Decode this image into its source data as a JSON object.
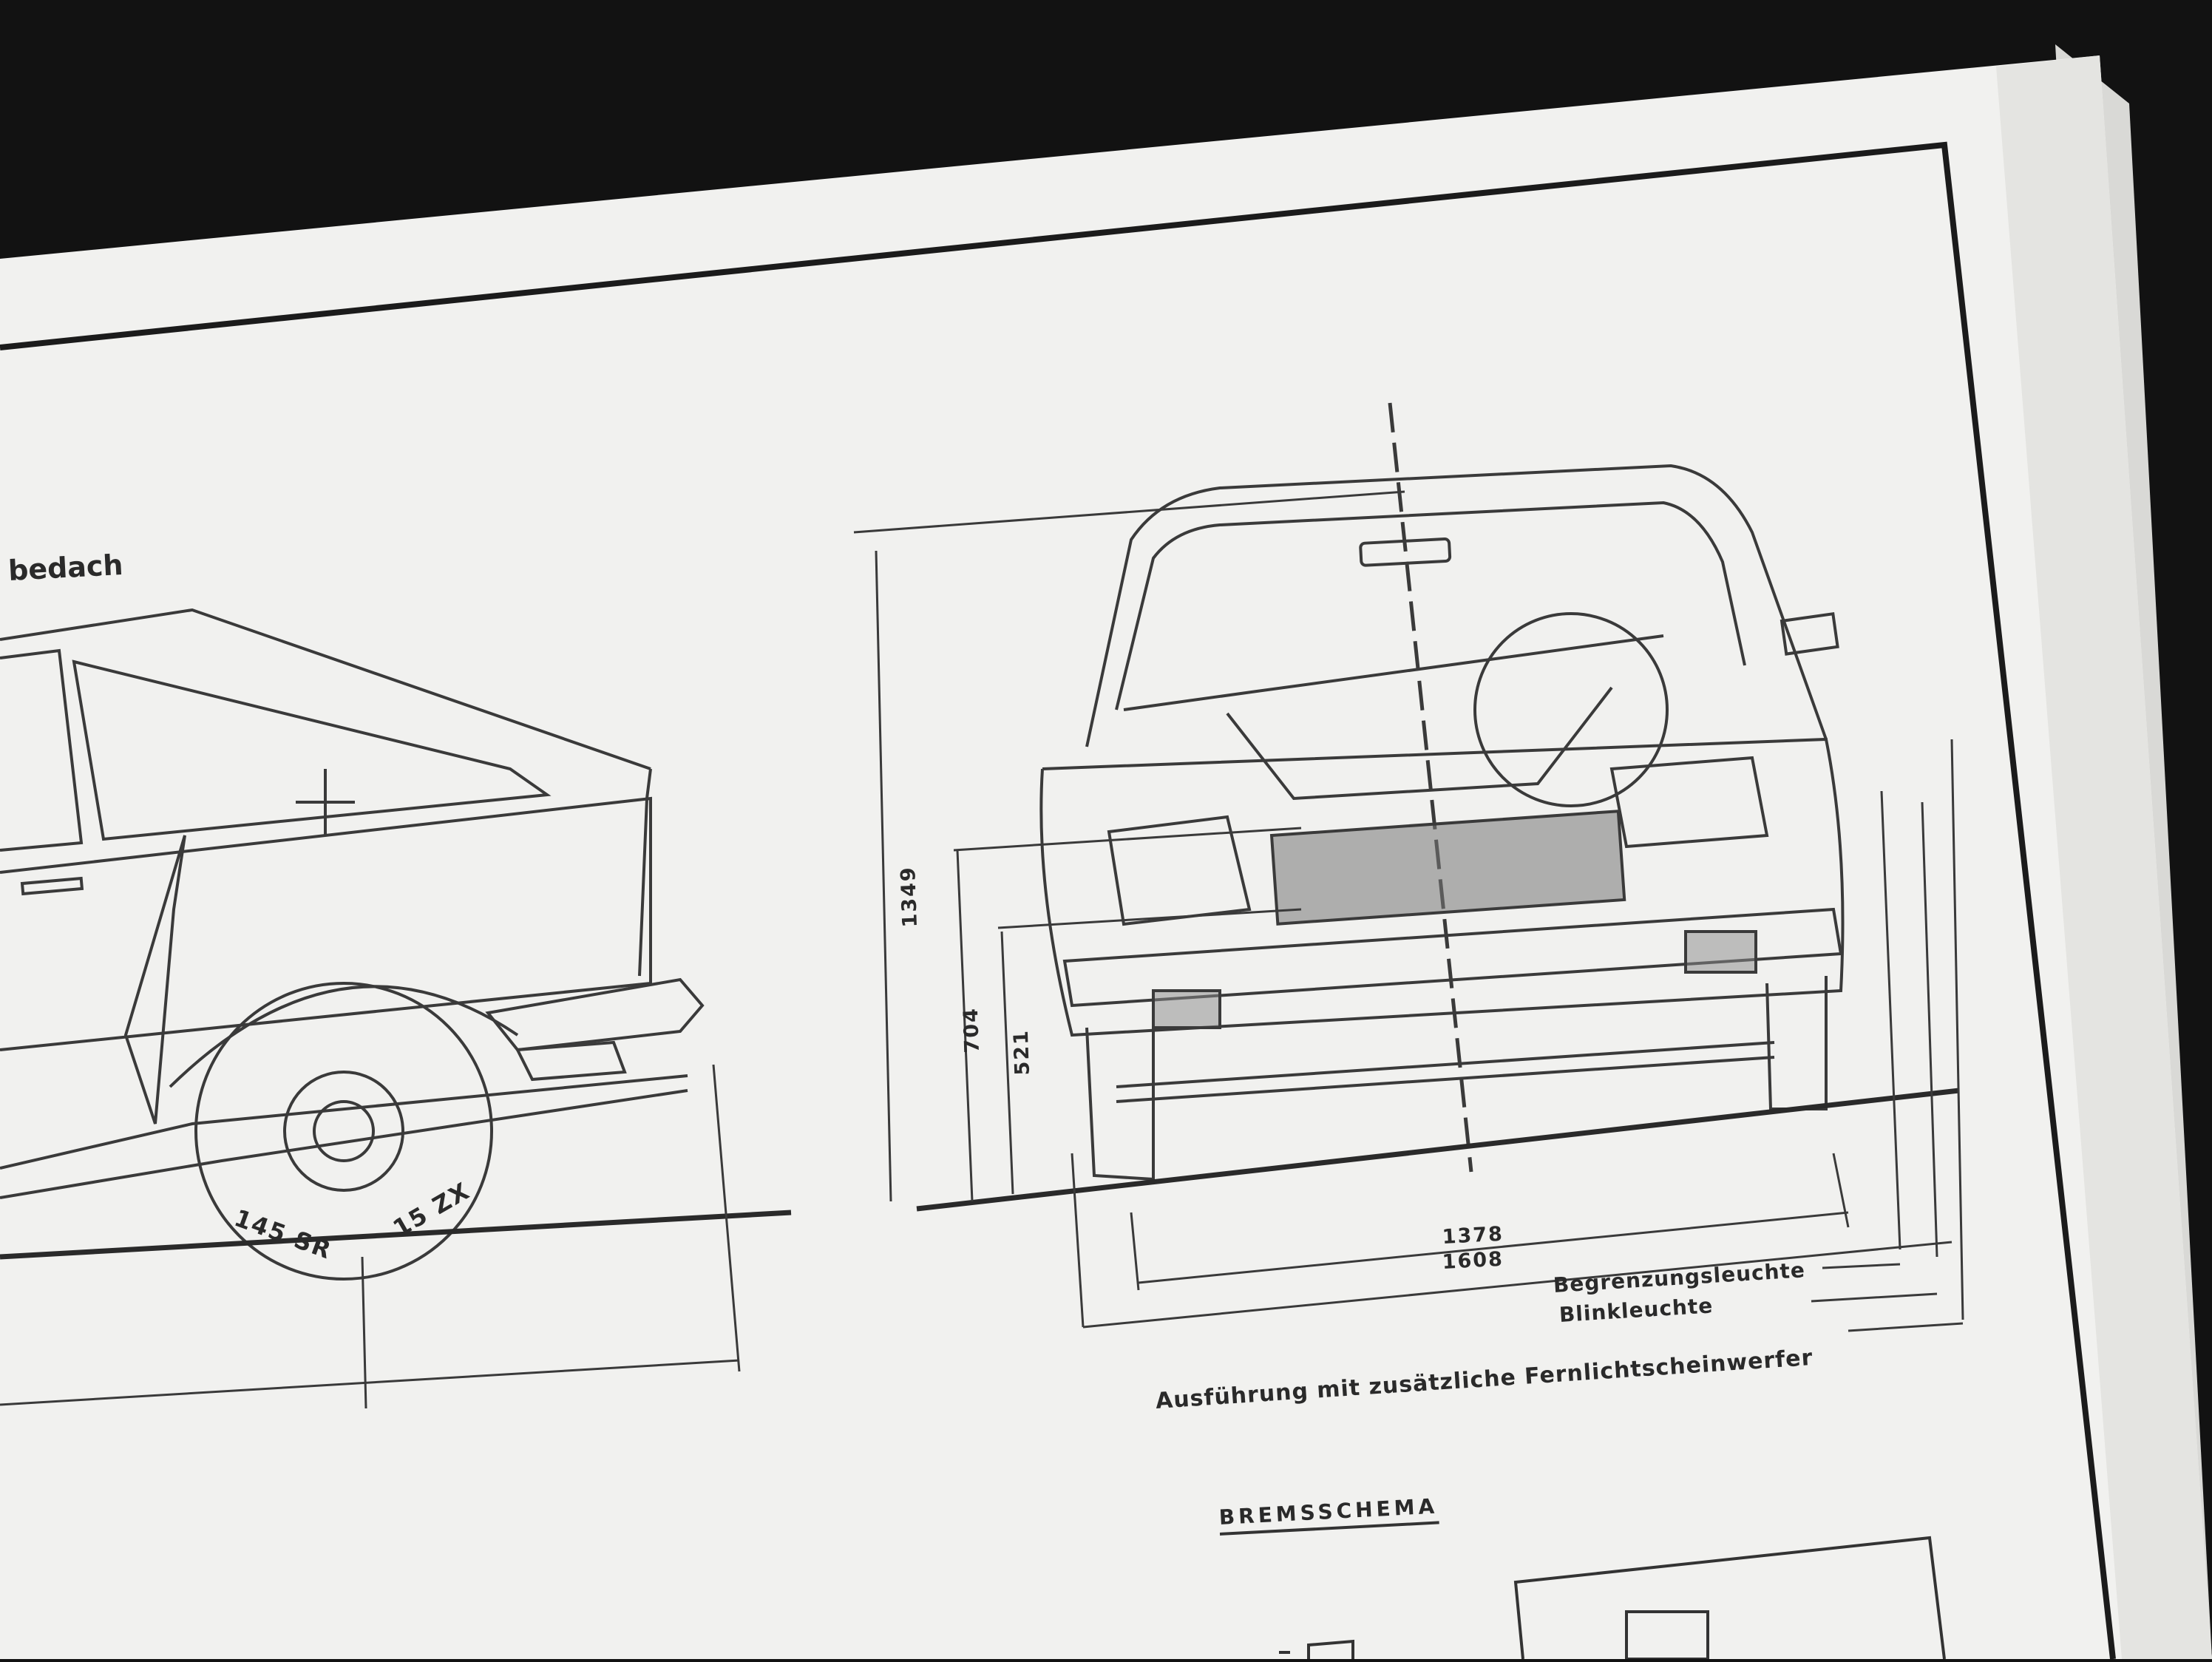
{
  "photo": {
    "background_color": "#121212",
    "paper_color": "#f1f1ef",
    "ink_color": "#2a2a2a"
  },
  "drawing": {
    "side_view_title_fragment": "bedach",
    "front_view": {
      "height_total": "1349",
      "height_704": "704",
      "height_521": "521",
      "track_width": "1378",
      "overall_width": "1608"
    },
    "tyre": {
      "size": "145 SR",
      "rim": "15 ZX"
    },
    "legend": {
      "position_light": "Begrenzungsleuchte",
      "indicator": "Blinkleuchte",
      "variant_note": "Ausführung mit zusätzliche Fernlichtscheinwerfer"
    },
    "section_heading": "BREMSSCHEMA"
  }
}
